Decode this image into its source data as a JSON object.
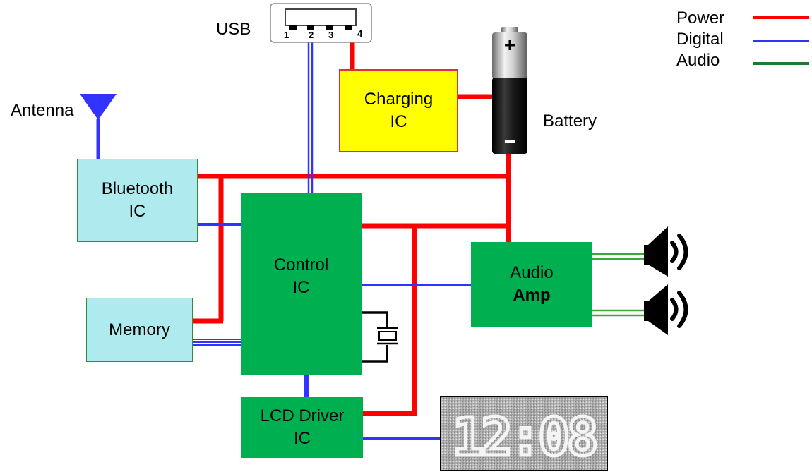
{
  "legend": {
    "power": {
      "label": "Power",
      "color": "#ff0000"
    },
    "digital": {
      "label": "Digital",
      "color": "#3333ff"
    },
    "audio": {
      "label": "Audio",
      "color": "#1a7a2e"
    }
  },
  "labels": {
    "usb": "USB",
    "antenna": "Antenna",
    "battery": "Battery",
    "usb_pins": [
      "1",
      "2",
      "3",
      "4"
    ]
  },
  "blocks": {
    "charging_ic": [
      "Charging",
      "IC"
    ],
    "bluetooth_ic": [
      "Bluetooth",
      "IC"
    ],
    "control_ic": [
      "Control",
      "IC"
    ],
    "memory": [
      "Memory"
    ],
    "audio_amp": [
      "Audio",
      "Amp"
    ],
    "lcd_driver_ic": [
      "LCD Driver",
      "IC"
    ]
  },
  "battery_symbols": {
    "plus": "+",
    "minus": "−"
  },
  "display_text": "12:08",
  "colors": {
    "block_green": "#00b050",
    "block_cyan": "#aeeaee",
    "block_yellow": "#ffff00",
    "antenna": "#3333ff"
  }
}
